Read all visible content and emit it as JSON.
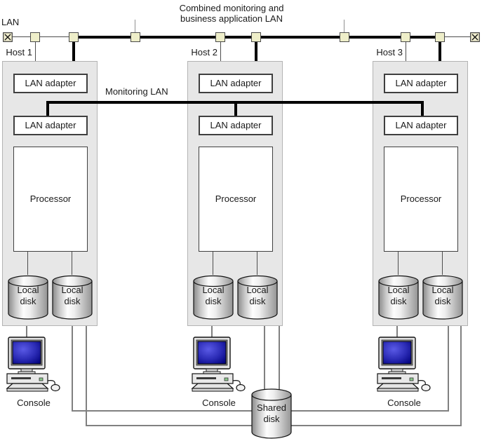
{
  "title": {
    "line1": "Combined monitoring and",
    "line2": "business application LAN"
  },
  "labels": {
    "lan_edge": "LAN",
    "monitoring_lan": "Monitoring LAN"
  },
  "hosts": [
    {
      "name": "Host 1",
      "lan_adapter_top": "LAN adapter",
      "lan_adapter_monitoring": "LAN adapter",
      "processor": "Processor",
      "local_disk_1": "Local disk",
      "local_disk_2": "Local disk",
      "console": "Console"
    },
    {
      "name": "Host 2",
      "lan_adapter_top": "LAN adapter",
      "lan_adapter_monitoring": "LAN adapter",
      "processor": "Processor",
      "local_disk_1": "Local disk",
      "local_disk_2": "Local disk",
      "console": "Console"
    },
    {
      "name": "Host 3",
      "lan_adapter_top": "LAN adapter",
      "lan_adapter_monitoring": "LAN adapter",
      "processor": "Processor",
      "local_disk_1": "Local disk",
      "local_disk_2": "Local disk",
      "console": "Console"
    }
  ],
  "shared_disk_label": "Shared disk",
  "icons": {
    "lan_terminator": "x-box-terminator",
    "lan_tap": "bus-tap-square",
    "console": "desktop-computer",
    "disk": "cylinder"
  },
  "colors": {
    "lan_tap_fill": "#eeeec9",
    "host_box_fill": "#e7e7e7",
    "bus_line": "#000000",
    "thin_line": "#4d4d4d",
    "connector_gray": "#808080",
    "console_screen_blue": "#2a2ab4"
  }
}
